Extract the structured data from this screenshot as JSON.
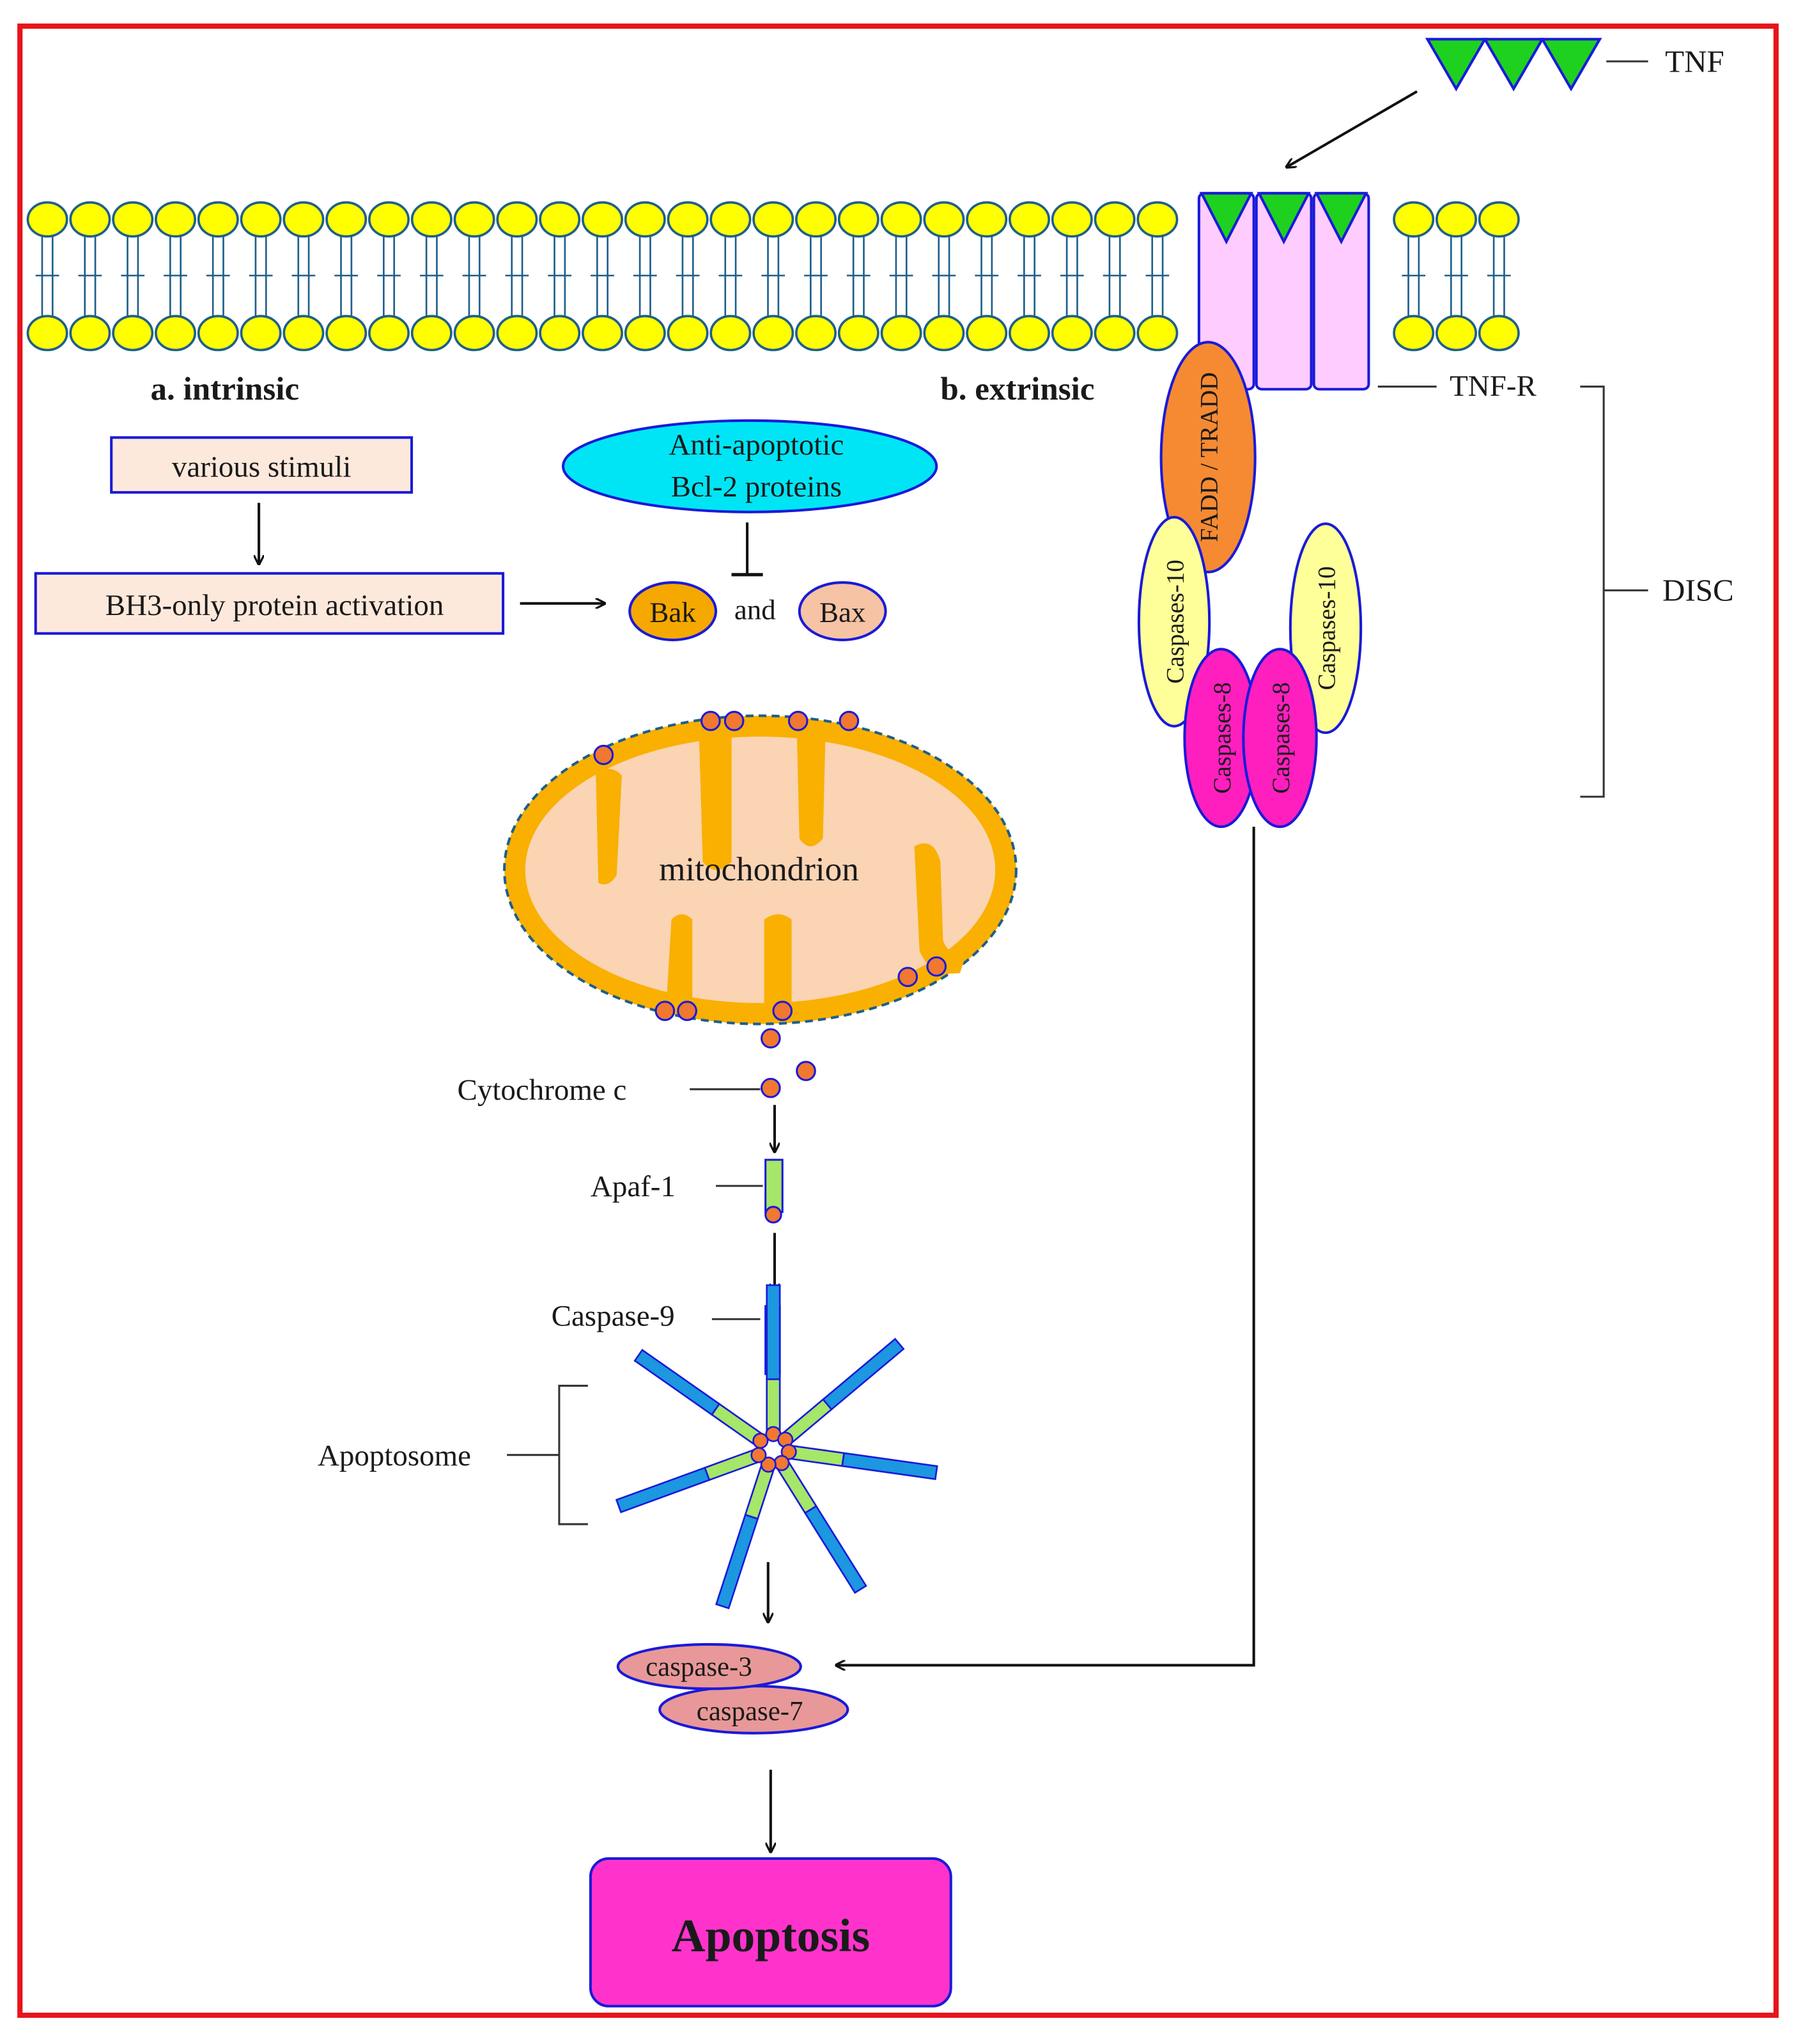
{
  "labels": {
    "tnf": "TNF",
    "tnf_r": "TNF-R",
    "disc": "DISC",
    "intrinsic": "a. intrinsic",
    "extrinsic": "b. extrinsic",
    "various_stimuli": "various stimuli",
    "bh3_activation": "BH3-only protein activation",
    "anti_apoptotic_line1": "Anti-apoptotic",
    "anti_apoptotic_line2": "Bcl-2 proteins",
    "bak": "Bak",
    "and": "and",
    "bax": "Bax",
    "mitochondrion": "mitochondrion",
    "cytochrome_c": "Cytochrome c",
    "apaf1": "Apaf-1",
    "caspase9": "Caspase-9",
    "apoptosome": "Apoptosome",
    "caspase3": "caspase-3",
    "caspase7": "caspase-7",
    "apoptosis": "Apoptosis",
    "fadd_tradd": "FADD / TRADD",
    "caspase10_left": "Caspases-10",
    "caspase10_right": "Caspases-10",
    "caspase8_left": "Caspases-8",
    "caspase8_right": "Caspases-8"
  },
  "colors": {
    "frame": "#e8141b",
    "lipid_head": "#ffff00",
    "lipid_stroke": "#1f5f8b",
    "tnf_triangle": "#1fd11f",
    "receptor": "#ffccff",
    "outline_blue": "#1a1ad9",
    "box_fill": "#fde9dc",
    "anti_apoptotic": "#00e5f5",
    "bak": "#f5a800",
    "bax": "#f6c3a4",
    "mito_membrane": "#f9b000",
    "mito_matrix": "#fbd4b4",
    "cytochrome": "#f07830",
    "apaf_green": "#a6e668",
    "caspase9_blue": "#1c97e0",
    "caspase3": "#e89898",
    "apoptosis_box": "#ff33cc",
    "fadd": "#f58a32",
    "caspase10": "#ffff99",
    "caspase8": "#ff1fbf"
  }
}
